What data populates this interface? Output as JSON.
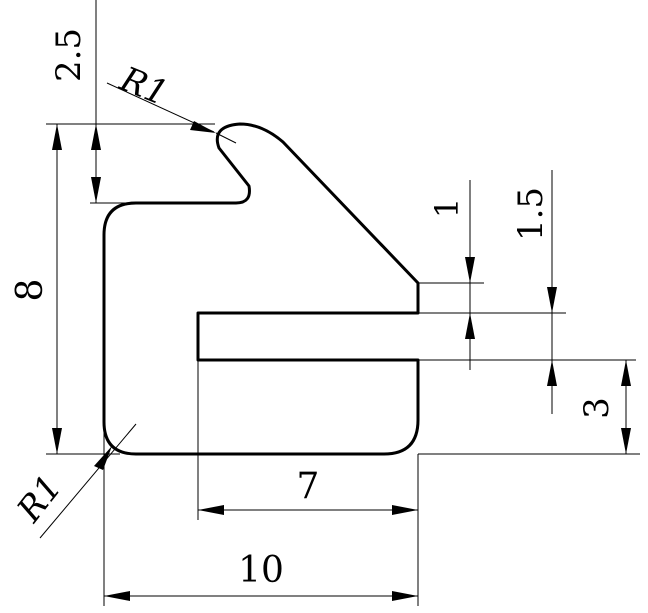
{
  "dimensions": {
    "top_gap": "2.5",
    "total_height": "8",
    "slot_offset": "1",
    "slot_width": "1.5",
    "slot_bottom": "3",
    "slot_depth": "7",
    "total_width": "10",
    "radius_top": "R1",
    "radius_bottom": "R1"
  }
}
